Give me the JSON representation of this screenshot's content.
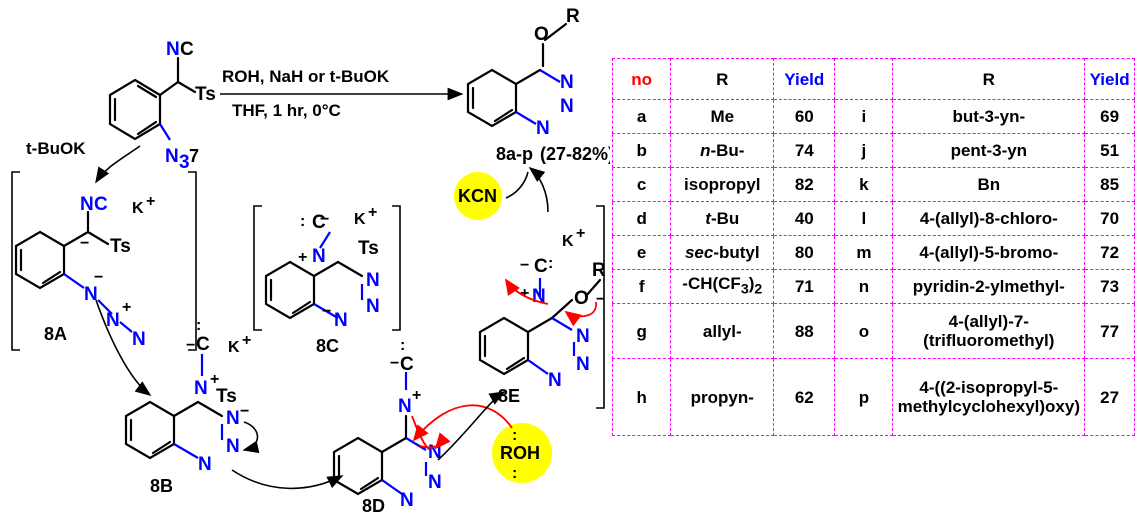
{
  "scheme": {
    "reagents_line1": "ROH, NaH or t-BuOK",
    "reagents_line2": "THF, 1 hr, 0°C",
    "base_step": "t-BuOK",
    "product_label": "8a-p",
    "product_yield": "(27-82%)",
    "starting_number": "7",
    "intermediates": [
      "8A",
      "8B",
      "8C",
      "8D",
      "8E"
    ],
    "byproduct": "KCN",
    "nucleophile": "ROH",
    "atoms": {
      "ts": "Ts",
      "nc": "NC",
      "n3": "N",
      "n3_sub": "3",
      "n": "N",
      "c": "C",
      "o": "O",
      "r": "R",
      "k": "K",
      "plus": "+",
      "minus": "−",
      "lone_pair": ":"
    }
  },
  "table": {
    "headers": [
      "no",
      "R",
      "Yield",
      "",
      "R",
      "Yield"
    ],
    "rows": [
      [
        {
          "no": "a",
          "r": "Me",
          "y": "60"
        },
        {
          "no": "i",
          "r": "but-3-yn-",
          "y": "69"
        }
      ],
      [
        {
          "no": "b",
          "r": "n-Bu-",
          "y": "74"
        },
        {
          "no": "j",
          "r": "pent-3-yn",
          "y": "51"
        }
      ],
      [
        {
          "no": "c",
          "r": "isopropyl",
          "y": "82"
        },
        {
          "no": "k",
          "r": "Bn",
          "y": "85"
        }
      ],
      [
        {
          "no": "d",
          "r": "t-Bu",
          "y": "40"
        },
        {
          "no": "l",
          "r": "4-(allyl)-8-chloro-",
          "y": "70"
        }
      ],
      [
        {
          "no": "e",
          "r": "sec-butyl",
          "y": "80"
        },
        {
          "no": "m",
          "r": "4-(allyl)-5-bromo-",
          "y": "72"
        }
      ],
      [
        {
          "no": "f",
          "r": "-CH(CF3)2",
          "y": "71"
        },
        {
          "no": "n",
          "r": "pyridin-2-ylmethyl-",
          "y": "73"
        }
      ],
      [
        {
          "no": "g",
          "r": "allyl-",
          "y": "88"
        },
        {
          "no": "o",
          "r": "4-(allyl)-7-(trifluoromethyl)",
          "y": "77"
        }
      ],
      [
        {
          "no": "h",
          "r": "propyn-",
          "y": "62"
        },
        {
          "no": "p",
          "r": "4-((2-isopropyl-5-methylcyclohexyl)oxy)",
          "y": "27"
        }
      ]
    ]
  },
  "colors": {
    "nitrogen": "#0000ff",
    "mechanism_arrow": "#ff0000",
    "highlight": "#ffff00",
    "table_border": "#ff00ff",
    "header_no": "#ff0000",
    "header_yield": "#0000ff"
  }
}
